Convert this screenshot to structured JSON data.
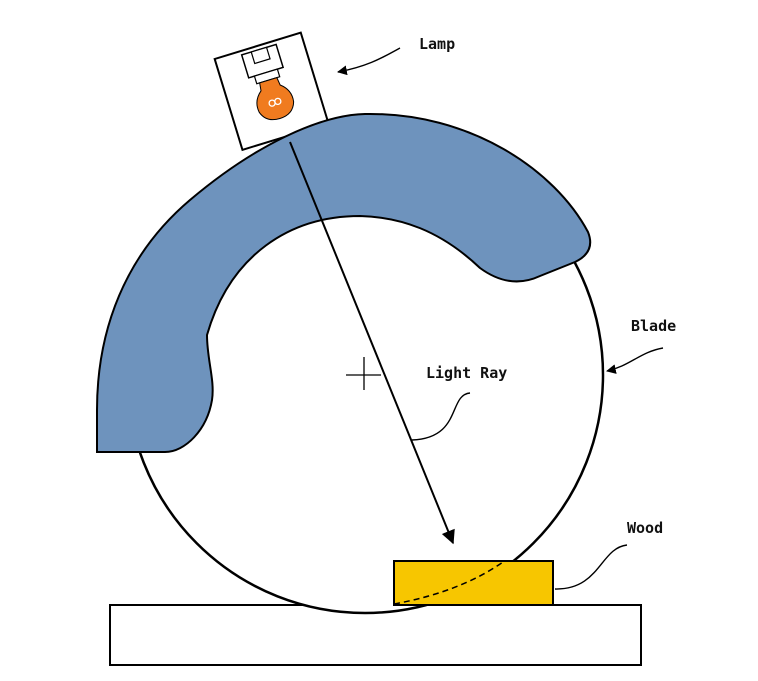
{
  "labels": {
    "lamp": "Lamp",
    "blade": "Blade",
    "light_ray": "Light Ray",
    "wood": "Wood"
  },
  "colors": {
    "guard_fill": "#6e93bd",
    "wood_fill": "#f7c600",
    "bulb_fill": "#f07b1f",
    "outline": "#000000",
    "background": "#ffffff"
  }
}
